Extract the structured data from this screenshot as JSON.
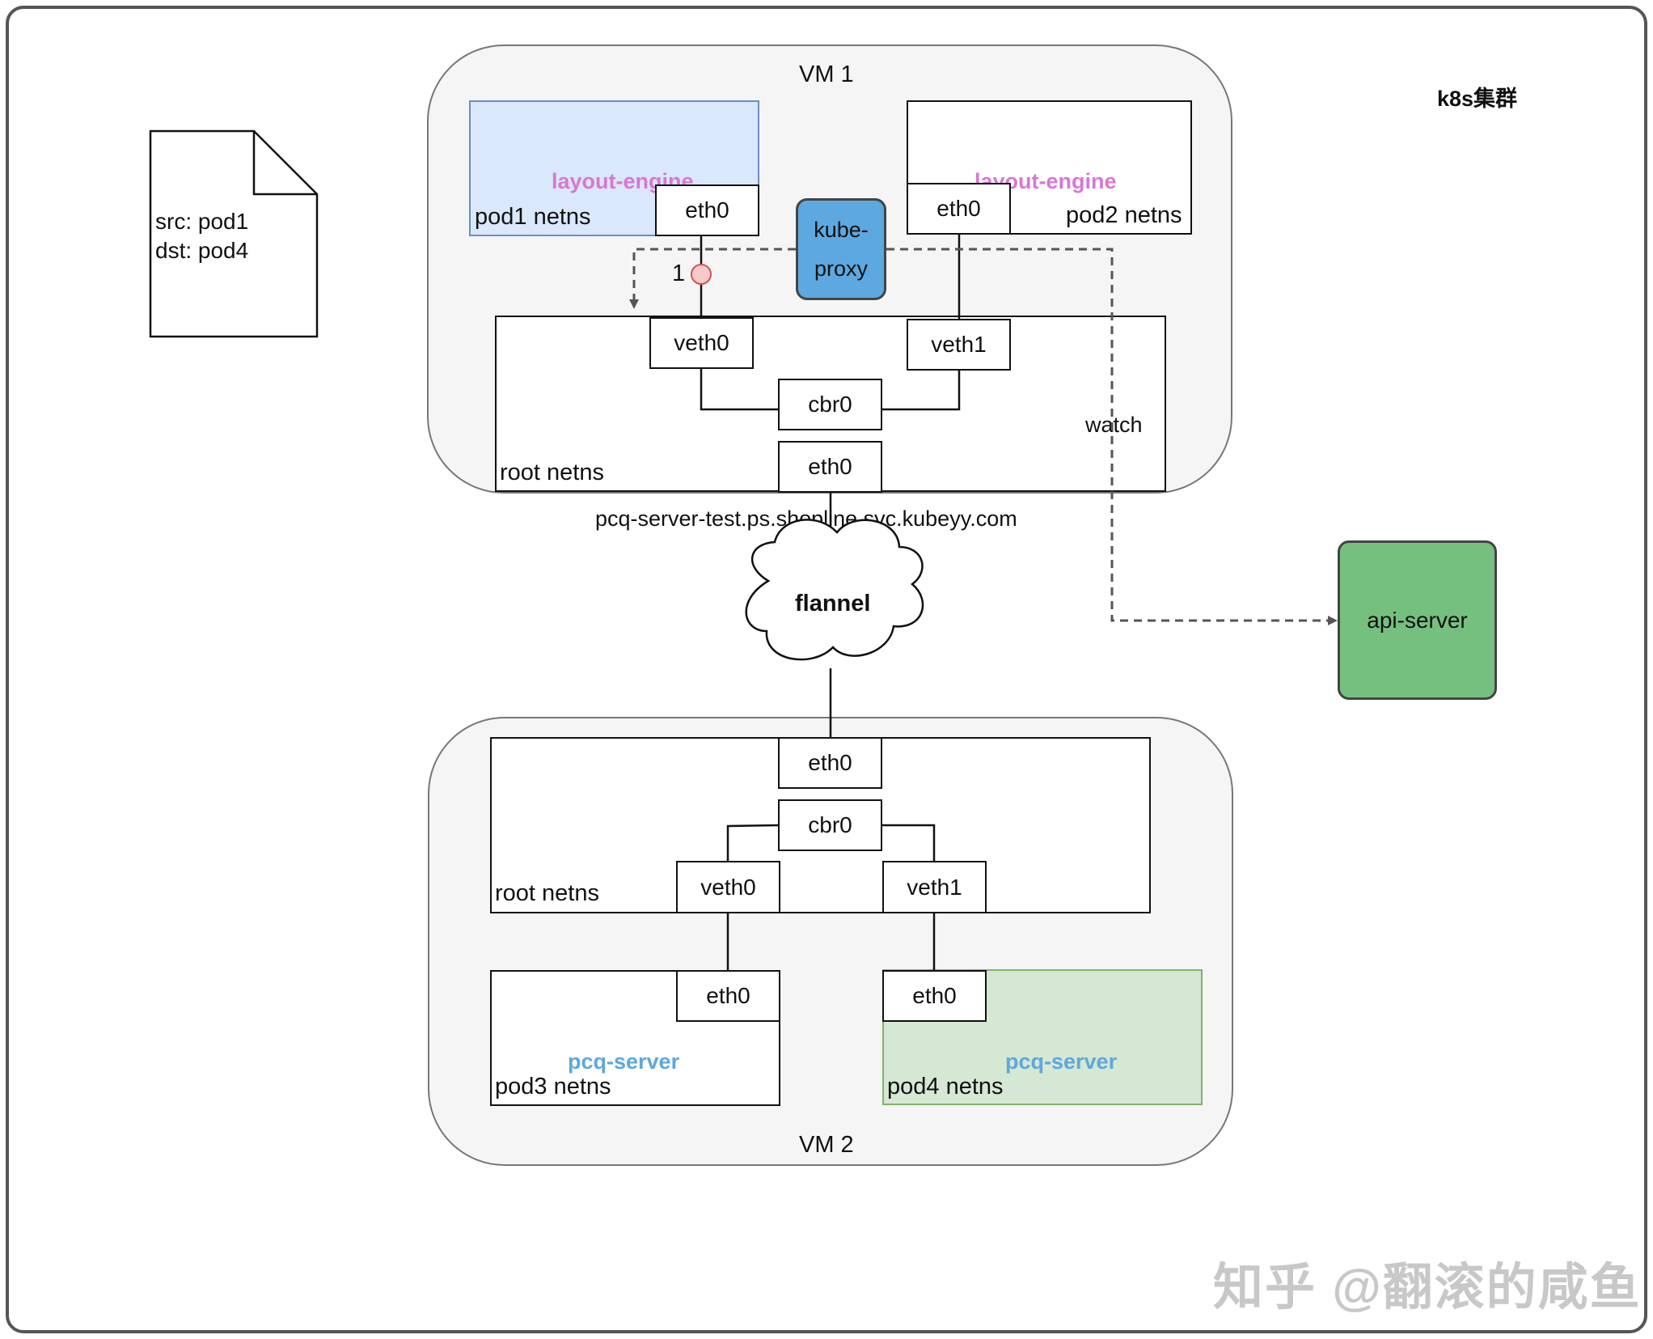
{
  "cluster_label": "k8s集群",
  "packet_doc": {
    "src": "src: pod1",
    "dst": "dst: pod4"
  },
  "vm1": {
    "title": "VM 1",
    "pod1": {
      "app": "layout-engine",
      "ns": "pod1 netns",
      "iface": "eth0"
    },
    "pod2": {
      "app": "layout-engine",
      "ns": "pod2 netns",
      "iface": "eth0"
    },
    "root": {
      "ns": "root netns",
      "veth0": "veth0",
      "veth1": "veth1",
      "bridge": "cbr0",
      "iface": "eth0"
    },
    "kube_proxy": {
      "line1": "kube-",
      "line2": "proxy"
    },
    "step_marker": "1",
    "watch_label": "watch"
  },
  "service_dns": "pcq-server-test.ps.shopline.svc.kubeyy.com",
  "overlay": "flannel",
  "api_server": "api-server",
  "vm2": {
    "title": "VM 2",
    "root": {
      "ns": "root netns",
      "iface": "eth0",
      "bridge": "cbr0",
      "veth0": "veth0",
      "veth1": "veth1"
    },
    "pod3": {
      "app": "pcq-server",
      "ns": "pod3 netns",
      "iface": "eth0"
    },
    "pod4": {
      "app": "pcq-server",
      "ns": "pod4 netns",
      "iface": "eth0"
    }
  },
  "watermark": "知乎 @翻滚的咸鱼"
}
